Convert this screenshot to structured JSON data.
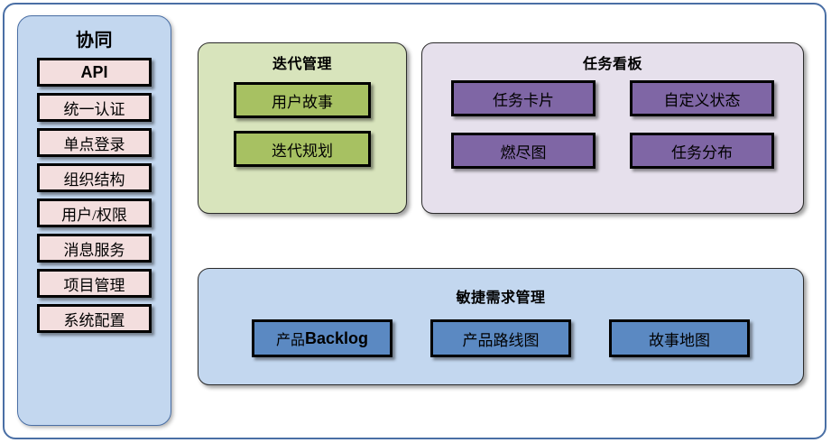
{
  "diagram": {
    "type": "architecture-block-diagram",
    "frame": {
      "border_color": "#4A6FA5",
      "background": "#FFFFFF"
    }
  },
  "sidebar": {
    "title": "协同",
    "background": "#C3D7EF",
    "item_color": "#F3DEDE",
    "items": [
      {
        "label": "API",
        "emphasis": "bold-latin"
      },
      {
        "label": "统一认证"
      },
      {
        "label": "单点登录"
      },
      {
        "label": "组织结构"
      },
      {
        "label": "用户/权限"
      },
      {
        "label": "消息服务"
      },
      {
        "label": "项目管理"
      },
      {
        "label": "系统配置"
      }
    ]
  },
  "iteration_panel": {
    "title": "迭代管理",
    "background": "#D8E4BC",
    "box_color": "#A7C162",
    "items": [
      {
        "label": "用户故事"
      },
      {
        "label": "迭代规划"
      }
    ]
  },
  "taskboard_panel": {
    "title": "任务看板",
    "background": "#E6E0EC",
    "box_color": "#7F66A5",
    "items": [
      {
        "label": "任务卡片"
      },
      {
        "label": "自定义状态"
      },
      {
        "label": "燃尽图"
      },
      {
        "label": "任务分布"
      }
    ]
  },
  "agile_panel": {
    "title": "敏捷需求管理",
    "background": "#C3D7EF",
    "box_color": "#5B89C2",
    "items": [
      {
        "label_cjk": "产品",
        "label_latin": "Backlog",
        "label": "产品Backlog"
      },
      {
        "label": "产品路线图"
      },
      {
        "label": "故事地图"
      }
    ]
  }
}
